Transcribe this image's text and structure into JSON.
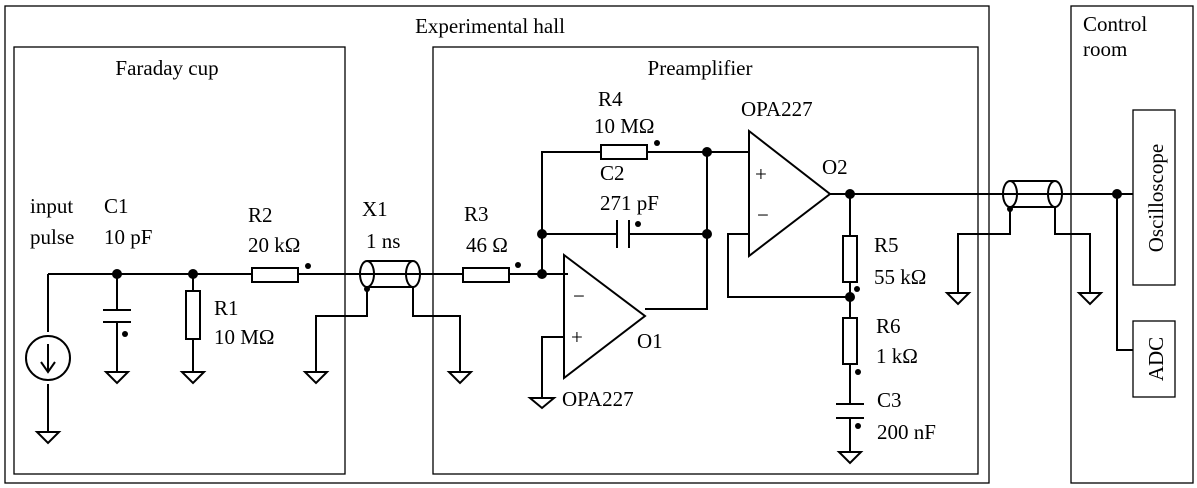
{
  "regions": {
    "hall": "Experimental hall",
    "faraday": "Faraday cup",
    "preamp": "Preamplifier",
    "control_line1": "Control",
    "control_line2": "room"
  },
  "source": {
    "line1": "input",
    "line2": "pulse"
  },
  "components": {
    "c1": {
      "name": "C1",
      "value": "10 pF"
    },
    "r1": {
      "name": "R1",
      "value": "10 MΩ"
    },
    "r2": {
      "name": "R2",
      "value": "20 kΩ"
    },
    "x1": {
      "name": "X1",
      "value": "1 ns"
    },
    "r3": {
      "name": "R3",
      "value": "46 Ω"
    },
    "r4": {
      "name": "R4",
      "value": "10 MΩ"
    },
    "c2": {
      "name": "C2",
      "value": "271 pF"
    },
    "opa1": {
      "name": "OPA227",
      "out": "O1",
      "plus": "+",
      "minus": "−"
    },
    "opa2": {
      "name": "OPA227",
      "out": "O2",
      "plus": "+",
      "minus": "−"
    },
    "r5": {
      "name": "R5",
      "value": "55 kΩ"
    },
    "r6": {
      "name": "R6",
      "value": "1 kΩ"
    },
    "c3": {
      "name": "C3",
      "value": "200 nF"
    }
  },
  "instruments": {
    "osc": "Oscilloscope",
    "adc": "ADC"
  }
}
